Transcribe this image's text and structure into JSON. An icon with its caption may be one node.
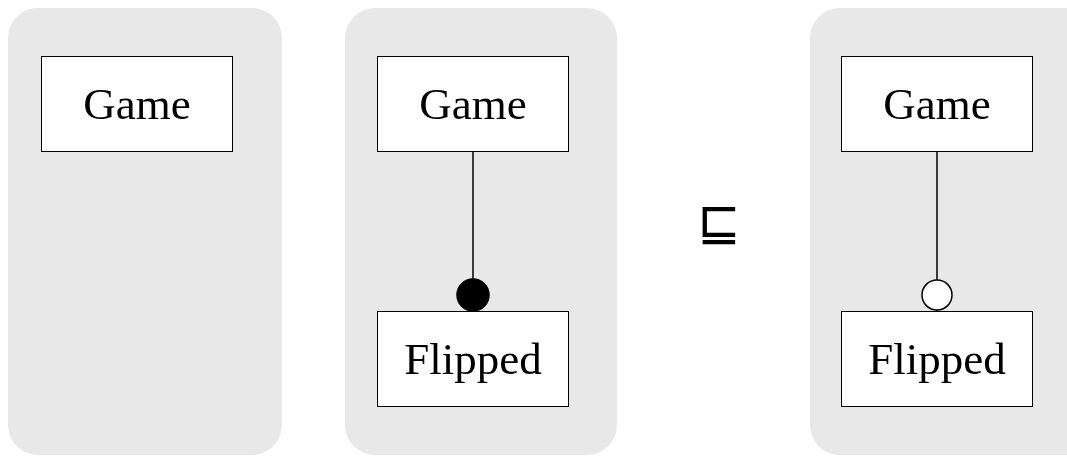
{
  "diagram": {
    "nodes": [
      {
        "text": [],
        "shape": "box"
      },
      {
        "text": [
          "Game"
        ],
        "in": 0
      },
      {
        "text": [],
        "shape": "box"
      },
      {
        "text": [
          "Game"
        ],
        "in": 2
      },
      {
        "text": [
          "Flipped"
        ],
        "in": 2
      },
      {
        "text": [],
        "shape": "box"
      },
      {
        "text": [
          "Game"
        ],
        "in": 5
      },
      {
        "text": [
          "Flipped"
        ],
        "in": 5
      }
    ],
    "edges": [
      {
        "from": 3,
        "to": 4,
        "arrow": "other"
      },
      {
        "from": 6,
        "to": 7,
        "arrow": "other"
      }
    ],
    "labels": [
      "⊑"
    ]
  }
}
